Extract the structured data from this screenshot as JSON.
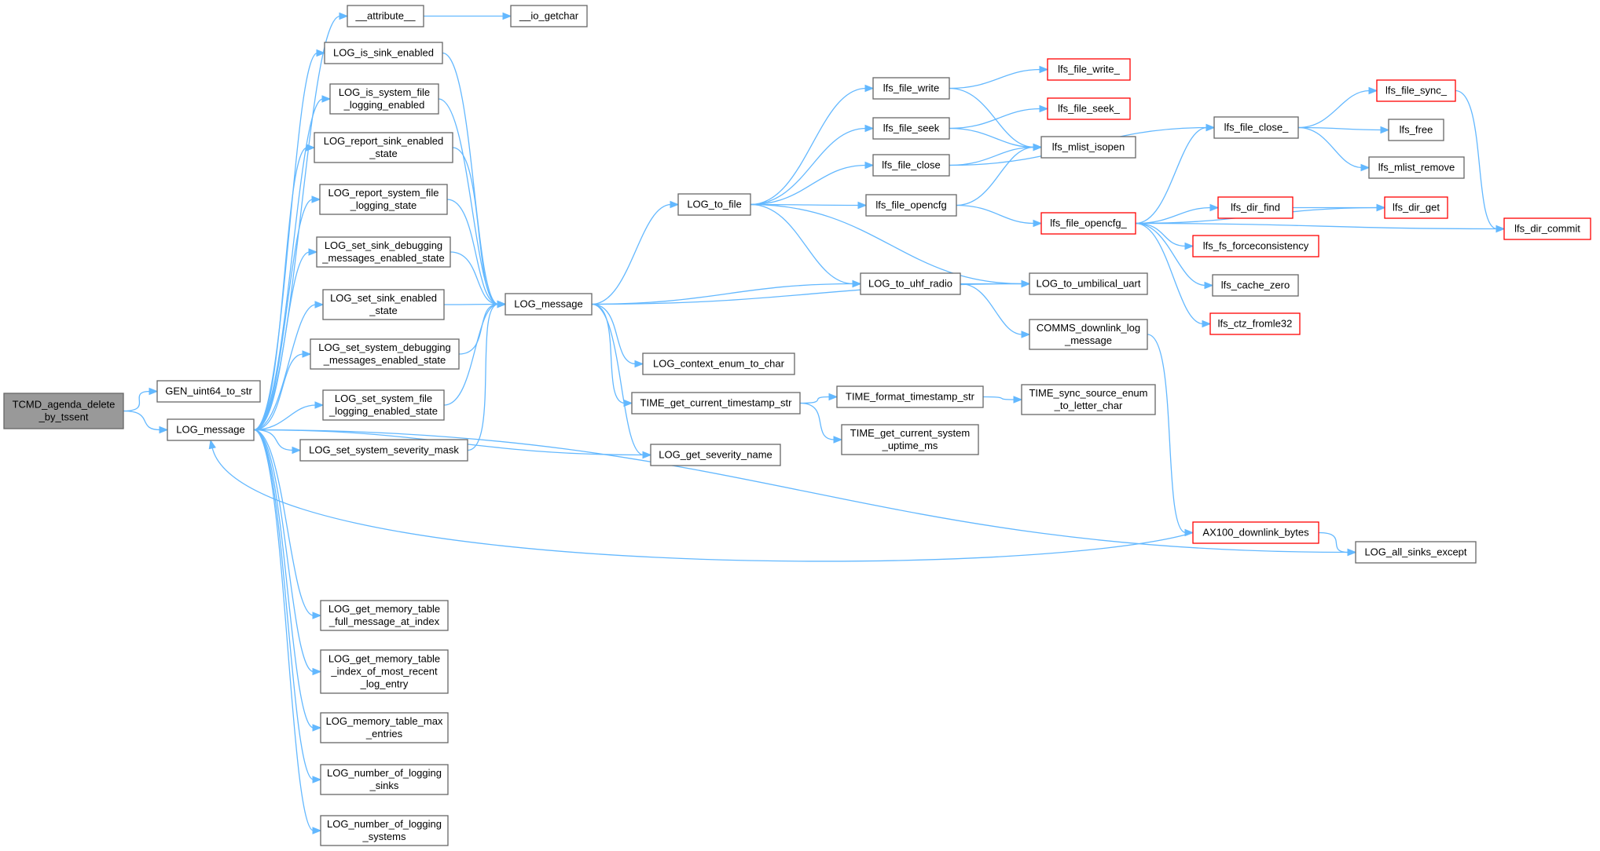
{
  "colors": {
    "edge": "#63b8ff",
    "node_border": "#666666",
    "node_fill": "#ffffff",
    "root_fill": "#999999",
    "root_border": "#666666",
    "truncated_border": "#ff0000"
  },
  "nodes": [
    {
      "id": "root",
      "lines": [
        "TCMD_agenda_delete",
        "_by_tssent"
      ],
      "style": "root"
    },
    {
      "id": "gen_uint64",
      "lines": [
        "GEN_uint64_to_str"
      ],
      "style": "normal"
    },
    {
      "id": "log_msg_a",
      "lines": [
        "LOG_message"
      ],
      "style": "normal"
    },
    {
      "id": "attribute",
      "lines": [
        "__attribute__"
      ],
      "style": "normal"
    },
    {
      "id": "io_getchar",
      "lines": [
        "__io_getchar"
      ],
      "style": "normal"
    },
    {
      "id": "is_sink_enabled",
      "lines": [
        "LOG_is_sink_enabled"
      ],
      "style": "normal"
    },
    {
      "id": "is_system_file",
      "lines": [
        "LOG_is_system_file",
        "_logging_enabled"
      ],
      "style": "normal"
    },
    {
      "id": "report_sink",
      "lines": [
        "LOG_report_sink_enabled",
        "_state"
      ],
      "style": "normal"
    },
    {
      "id": "report_system_file",
      "lines": [
        "LOG_report_system_file",
        "_logging_state"
      ],
      "style": "normal"
    },
    {
      "id": "set_sink_debug",
      "lines": [
        "LOG_set_sink_debugging",
        "_messages_enabled_state"
      ],
      "style": "normal"
    },
    {
      "id": "set_sink_enabled",
      "lines": [
        "LOG_set_sink_enabled",
        "_state"
      ],
      "style": "normal"
    },
    {
      "id": "set_system_debug",
      "lines": [
        "LOG_set_system_debugging",
        "_messages_enabled_state"
      ],
      "style": "normal"
    },
    {
      "id": "set_system_file",
      "lines": [
        "LOG_set_system_file",
        "_logging_enabled_state"
      ],
      "style": "normal"
    },
    {
      "id": "set_severity_mask",
      "lines": [
        "LOG_set_system_severity_mask"
      ],
      "style": "normal"
    },
    {
      "id": "mem_full_msg",
      "lines": [
        "LOG_get_memory_table",
        "_full_message_at_index"
      ],
      "style": "normal"
    },
    {
      "id": "mem_index_recent",
      "lines": [
        "LOG_get_memory_table",
        "_index_of_most_recent",
        "_log_entry"
      ],
      "style": "normal"
    },
    {
      "id": "mem_max",
      "lines": [
        "LOG_memory_table_max",
        "_entries"
      ],
      "style": "normal"
    },
    {
      "id": "num_sinks",
      "lines": [
        "LOG_number_of_logging",
        "_sinks"
      ],
      "style": "normal"
    },
    {
      "id": "num_systems",
      "lines": [
        "LOG_number_of_logging",
        "_systems"
      ],
      "style": "normal"
    },
    {
      "id": "log_msg_b",
      "lines": [
        "LOG_message"
      ],
      "style": "normal"
    },
    {
      "id": "log_to_file",
      "lines": [
        "LOG_to_file"
      ],
      "style": "normal"
    },
    {
      "id": "ctx_enum",
      "lines": [
        "LOG_context_enum_to_char"
      ],
      "style": "normal"
    },
    {
      "id": "time_ts_str",
      "lines": [
        "TIME_get_current_timestamp_str"
      ],
      "style": "normal"
    },
    {
      "id": "severity_name",
      "lines": [
        "LOG_get_severity_name"
      ],
      "style": "normal"
    },
    {
      "id": "lfs_file_write",
      "lines": [
        "lfs_file_write"
      ],
      "style": "normal"
    },
    {
      "id": "lfs_file_seek",
      "lines": [
        "lfs_file_seek"
      ],
      "style": "normal"
    },
    {
      "id": "lfs_file_close",
      "lines": [
        "lfs_file_close"
      ],
      "style": "normal"
    },
    {
      "id": "lfs_file_opencfg",
      "lines": [
        "lfs_file_opencfg"
      ],
      "style": "normal"
    },
    {
      "id": "log_to_uhf",
      "lines": [
        "LOG_to_uhf_radio"
      ],
      "style": "normal"
    },
    {
      "id": "time_fmt",
      "lines": [
        "TIME_format_timestamp_str"
      ],
      "style": "normal"
    },
    {
      "id": "time_uptime",
      "lines": [
        "TIME_get_current_system",
        "_uptime_ms"
      ],
      "style": "normal"
    },
    {
      "id": "lfs_file_write_",
      "lines": [
        "lfs_file_write_"
      ],
      "style": "trunc"
    },
    {
      "id": "lfs_file_seek_",
      "lines": [
        "lfs_file_seek_"
      ],
      "style": "trunc"
    },
    {
      "id": "lfs_mlist_isopen",
      "lines": [
        "lfs_mlist_isopen"
      ],
      "style": "normal"
    },
    {
      "id": "lfs_file_opencfg_",
      "lines": [
        "lfs_file_opencfg_"
      ],
      "style": "trunc"
    },
    {
      "id": "log_to_umbilical",
      "lines": [
        "LOG_to_umbilical_uart"
      ],
      "style": "normal"
    },
    {
      "id": "comms_downlink",
      "lines": [
        "COMMS_downlink_log",
        "_message"
      ],
      "style": "normal"
    },
    {
      "id": "time_sync_src",
      "lines": [
        "TIME_sync_source_enum",
        "_to_letter_char"
      ],
      "style": "normal"
    },
    {
      "id": "ax100",
      "lines": [
        "AX100_downlink_bytes"
      ],
      "style": "trunc"
    },
    {
      "id": "lfs_file_close_",
      "lines": [
        "lfs_file_close_"
      ],
      "style": "normal"
    },
    {
      "id": "lfs_dir_find",
      "lines": [
        "lfs_dir_find"
      ],
      "style": "trunc"
    },
    {
      "id": "lfs_fs_force",
      "lines": [
        "lfs_fs_forceconsistency"
      ],
      "style": "trunc"
    },
    {
      "id": "lfs_cache_zero",
      "lines": [
        "lfs_cache_zero"
      ],
      "style": "normal"
    },
    {
      "id": "lfs_ctz_fromle32",
      "lines": [
        "lfs_ctz_fromle32"
      ],
      "style": "trunc"
    },
    {
      "id": "log_all_sinks",
      "lines": [
        "LOG_all_sinks_except"
      ],
      "style": "normal"
    },
    {
      "id": "lfs_file_sync_",
      "lines": [
        "lfs_file_sync_"
      ],
      "style": "trunc"
    },
    {
      "id": "lfs_free",
      "lines": [
        "lfs_free"
      ],
      "style": "normal"
    },
    {
      "id": "lfs_mlist_remove",
      "lines": [
        "lfs_mlist_remove"
      ],
      "style": "normal"
    },
    {
      "id": "lfs_dir_get",
      "lines": [
        "lfs_dir_get"
      ],
      "style": "trunc"
    },
    {
      "id": "lfs_dir_commit",
      "lines": [
        "lfs_dir_commit"
      ],
      "style": "trunc"
    }
  ],
  "edges": [
    [
      "root",
      "gen_uint64"
    ],
    [
      "root",
      "log_msg_a"
    ],
    [
      "log_msg_a",
      "attribute"
    ],
    [
      "attribute",
      "io_getchar"
    ],
    [
      "log_msg_a",
      "is_sink_enabled"
    ],
    [
      "log_msg_a",
      "is_system_file"
    ],
    [
      "log_msg_a",
      "report_sink"
    ],
    [
      "log_msg_a",
      "report_system_file"
    ],
    [
      "log_msg_a",
      "set_sink_debug"
    ],
    [
      "log_msg_a",
      "set_sink_enabled"
    ],
    [
      "log_msg_a",
      "set_system_debug"
    ],
    [
      "log_msg_a",
      "set_system_file"
    ],
    [
      "log_msg_a",
      "set_severity_mask"
    ],
    [
      "log_msg_a",
      "mem_full_msg"
    ],
    [
      "log_msg_a",
      "mem_index_recent"
    ],
    [
      "log_msg_a",
      "mem_max"
    ],
    [
      "log_msg_a",
      "num_sinks"
    ],
    [
      "log_msg_a",
      "num_systems"
    ],
    [
      "log_msg_a",
      "severity_name"
    ],
    [
      "log_msg_a",
      "log_all_sinks"
    ],
    [
      "is_sink_enabled",
      "log_msg_b"
    ],
    [
      "is_system_file",
      "log_msg_b"
    ],
    [
      "report_sink",
      "log_msg_b"
    ],
    [
      "report_system_file",
      "log_msg_b"
    ],
    [
      "set_sink_debug",
      "log_msg_b"
    ],
    [
      "set_sink_enabled",
      "log_msg_b"
    ],
    [
      "set_system_debug",
      "log_msg_b"
    ],
    [
      "set_system_file",
      "log_msg_b"
    ],
    [
      "set_severity_mask",
      "log_msg_b"
    ],
    [
      "log_msg_b",
      "log_to_file"
    ],
    [
      "log_msg_b",
      "log_to_uhf"
    ],
    [
      "log_msg_b",
      "log_to_umbilical"
    ],
    [
      "log_msg_b",
      "ctx_enum"
    ],
    [
      "log_msg_b",
      "time_ts_str"
    ],
    [
      "log_msg_b",
      "severity_name"
    ],
    [
      "log_to_file",
      "lfs_file_write"
    ],
    [
      "log_to_file",
      "lfs_file_seek"
    ],
    [
      "log_to_file",
      "lfs_file_close"
    ],
    [
      "log_to_file",
      "lfs_file_opencfg"
    ],
    [
      "log_to_file",
      "log_to_uhf"
    ],
    [
      "log_to_file",
      "log_to_umbilical"
    ],
    [
      "lfs_file_write",
      "lfs_file_write_"
    ],
    [
      "lfs_file_write",
      "lfs_mlist_isopen"
    ],
    [
      "lfs_file_seek",
      "lfs_file_seek_"
    ],
    [
      "lfs_file_seek",
      "lfs_mlist_isopen"
    ],
    [
      "lfs_file_close",
      "lfs_mlist_isopen"
    ],
    [
      "lfs_file_close",
      "lfs_file_close_"
    ],
    [
      "lfs_file_opencfg",
      "lfs_mlist_isopen"
    ],
    [
      "lfs_file_opencfg",
      "lfs_file_opencfg_"
    ],
    [
      "lfs_file_opencfg_",
      "lfs_file_close_"
    ],
    [
      "lfs_file_opencfg_",
      "lfs_dir_get"
    ],
    [
      "lfs_file_opencfg_",
      "lfs_dir_find"
    ],
    [
      "lfs_file_opencfg_",
      "lfs_fs_force"
    ],
    [
      "lfs_file_opencfg_",
      "lfs_cache_zero"
    ],
    [
      "lfs_file_opencfg_",
      "lfs_ctz_fromle32"
    ],
    [
      "lfs_file_opencfg_",
      "lfs_dir_commit"
    ],
    [
      "lfs_file_close_",
      "lfs_file_sync_"
    ],
    [
      "lfs_file_close_",
      "lfs_free"
    ],
    [
      "lfs_file_close_",
      "lfs_mlist_remove"
    ],
    [
      "lfs_file_sync_",
      "lfs_dir_commit"
    ],
    [
      "lfs_dir_find",
      "lfs_dir_get"
    ],
    [
      "log_to_uhf",
      "log_to_umbilical"
    ],
    [
      "log_to_uhf",
      "comms_downlink"
    ],
    [
      "comms_downlink",
      "ax100"
    ],
    [
      "ax100",
      "log_msg_a"
    ],
    [
      "ax100",
      "log_all_sinks"
    ],
    [
      "time_ts_str",
      "time_fmt"
    ],
    [
      "time_ts_str",
      "time_uptime"
    ],
    [
      "time_fmt",
      "time_sync_src"
    ]
  ]
}
